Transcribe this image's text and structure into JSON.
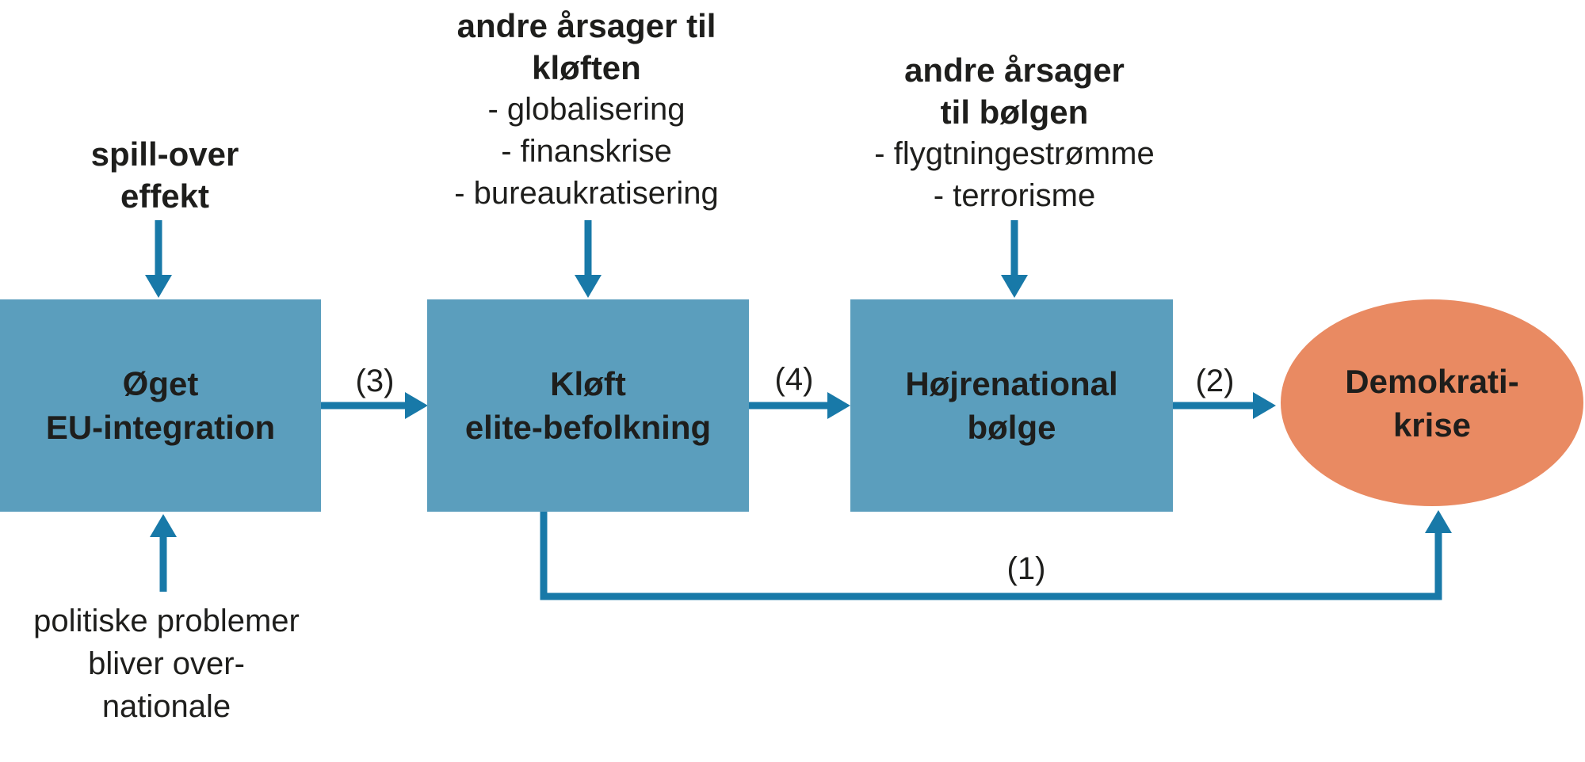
{
  "colors": {
    "box_fill": "#5b9ebd",
    "arrow": "#1879a8",
    "ellipse_fill": "#e98a62",
    "text": "#1e1e1c"
  },
  "nodes": {
    "eu_integration": {
      "label": "Øget\nEU-integration"
    },
    "cleft": {
      "label": "Kløft\nelite-befolkning"
    },
    "wave": {
      "label": "Højrenational\nbølge"
    },
    "crisis": {
      "label": "Demokrati-\nkrise"
    }
  },
  "annotations": {
    "spillover": {
      "text": "spill-over\neffekt"
    },
    "cleft_causes": {
      "heading": "andre årsager til\nkløften",
      "items": "- globalisering\n- finanskrise\n- bureaukratisering"
    },
    "wave_causes": {
      "heading": "andre årsager\ntil bølgen",
      "items": "- flygtningestrømme\n- terrorisme"
    },
    "overnational": {
      "text": "politiske problemer\nbliver over-\nnationale"
    }
  },
  "edges": {
    "e1": {
      "label": "(1)"
    },
    "e2": {
      "label": "(2)"
    },
    "e3": {
      "label": "(3)"
    },
    "e4": {
      "label": "(4)"
    }
  }
}
